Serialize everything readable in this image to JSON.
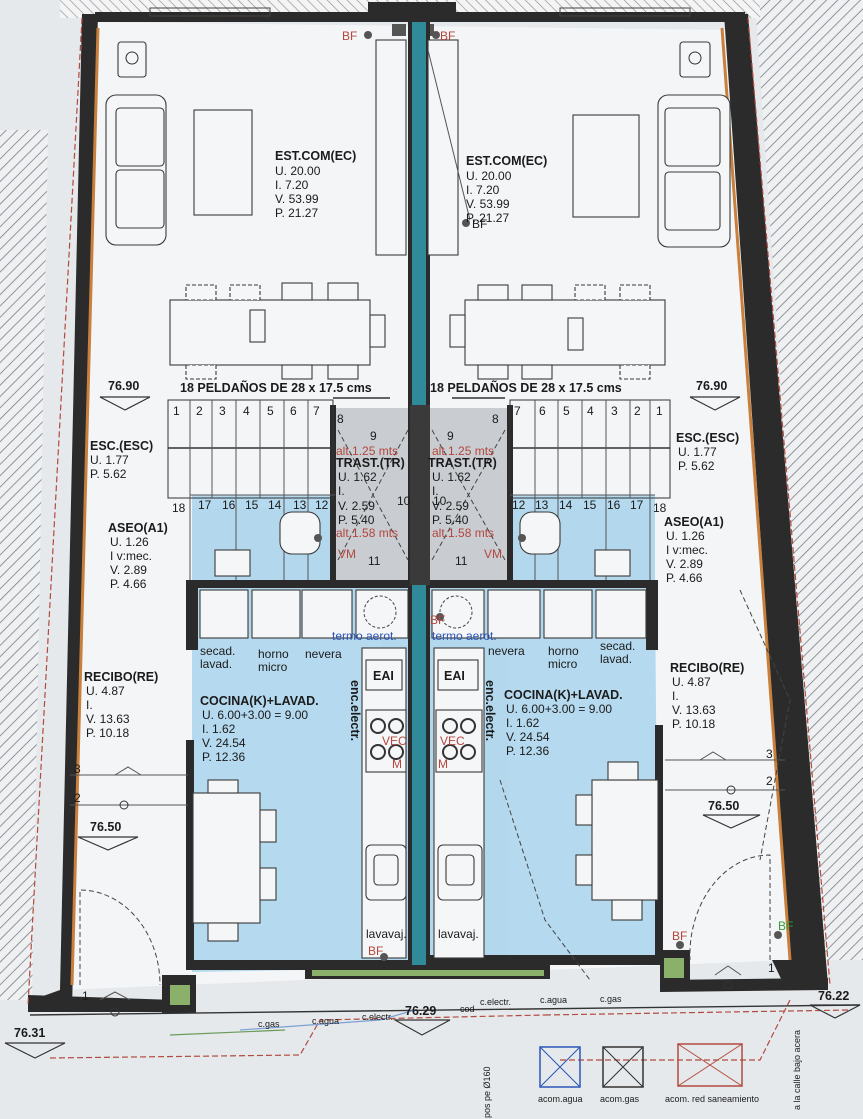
{
  "rooms": {
    "est_left": {
      "name": "EST.COM(EC)",
      "u": "U. 20.00",
      "i": "I. 7.20",
      "v": "V. 53.99",
      "p": "P. 21.27"
    },
    "est_right": {
      "name": "EST.COM(EC)",
      "u": "U. 20.00",
      "i": "I. 7.20",
      "v": "V. 53.99",
      "p": "P. 21.27"
    },
    "esc_left": {
      "name": "ESC.(ESC)",
      "u": "U. 1.77",
      "p": "P. 5.62"
    },
    "esc_right": {
      "name": "ESC.(ESC)",
      "u": "U. 1.77",
      "p": "P. 5.62"
    },
    "trast_left": {
      "name": "TRAST.(TR)",
      "u": "U. 1.62",
      "i": "I.",
      "v": "V. 2.59",
      "p": "P. 5.40",
      "alt_top": "alt.1.25 mts",
      "alt_bot": "alt.1.58 mts"
    },
    "trast_right": {
      "name": "TRAST.(TR)",
      "u": "U. 1.62",
      "i": "I.",
      "v": "V. 2.59",
      "p": "P. 5.40",
      "alt_top": "alt.1.25 mts",
      "alt_bot": "alt.1.58 mts"
    },
    "aseo_left": {
      "name": "ASEO(A1)",
      "u": "U. 1.26",
      "i": "I v:mec.",
      "v": "V. 2.89",
      "p": "P. 4.66"
    },
    "aseo_right": {
      "name": "ASEO(A1)",
      "u": "U. 1.26",
      "i": "I v:mec.",
      "v": "V. 2.89",
      "p": "P. 4.66"
    },
    "recibo_left": {
      "name": "RECIBO(RE)",
      "u": "U. 4.87",
      "i": "I.",
      "v": "V. 13.63",
      "p": "P. 10.18"
    },
    "recibo_right": {
      "name": "RECIBO(RE)",
      "u": "U. 4.87",
      "i": "I.",
      "v": "V. 13.63",
      "p": "P. 10.18"
    },
    "cocina_left": {
      "name": "COCINA(K)+LAVAD.",
      "u": "U. 6.00+3.00 = 9.00",
      "i": "I. 1.62",
      "v": "V. 24.54",
      "p": "P. 12.36"
    },
    "cocina_right": {
      "name": "COCINA(K)+LAVAD.",
      "u": "U. 6.00+3.00 = 9.00",
      "i": "I. 1.62",
      "v": "V. 24.54",
      "p": "P. 12.36"
    }
  },
  "stairs": {
    "label": "18 PELDAÑOS DE 28 x 17.5 cms"
  },
  "levels": {
    "top_left": "76.90",
    "top_right": "76.90",
    "mid_left": "76.50",
    "mid_right": "76.50",
    "bot_left": "76.31",
    "bot_center": "76.29",
    "bot_right": "76.22"
  },
  "appliances": {
    "secad": "secad.",
    "lavad": "lavad.",
    "horno": "horno",
    "micro": "micro",
    "nevera": "nevera",
    "termo": "termo aerot.",
    "eai": "EAI",
    "vec": "VEC",
    "vm": "VM",
    "enc": "enc.electr.",
    "lavavaj": "lavavaj.",
    "bf": "BF",
    "m": "M"
  },
  "steps": {
    "n1": "1",
    "n2": "2",
    "n3": "3"
  },
  "services": {
    "c_gas": "c.gas",
    "c_agua": "c.agua",
    "c_electr": "c.electr.",
    "cod": "cod",
    "pe": "pos pe Ø160",
    "calle": "a la calle bajo acera",
    "acom_agua": "acom.agua",
    "acom_gas": "acom.gas",
    "acom_red": "acom. red saneamiento"
  },
  "colors": {
    "wall": "#2b2b2b",
    "wood": "#c9803c",
    "water": "#2f8a9a",
    "highlight": "#a9d4ec",
    "label_red": "#b4463c",
    "label_blue": "#2a55b8"
  }
}
